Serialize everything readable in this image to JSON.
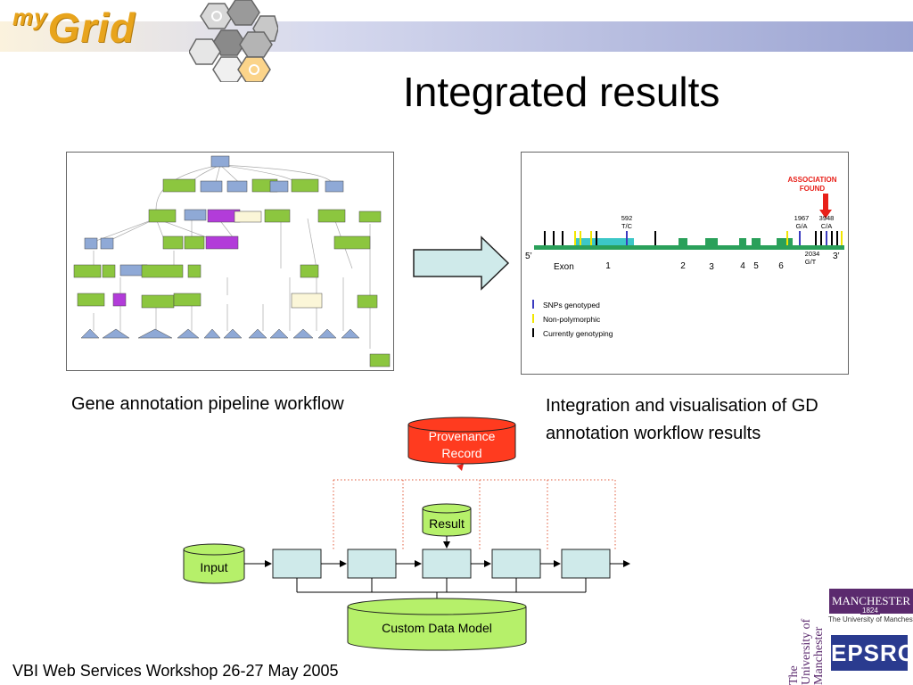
{
  "header": {
    "logo_my": "my",
    "logo_grid": "Grid"
  },
  "title": "Integrated results",
  "left_figure": {
    "caption": "Gene annotation pipeline workflow"
  },
  "right_figure": {
    "caption": "Integration and visualisation of GD annotation workflow results",
    "association_label_1": "ASSOCIATION",
    "association_label_2": "FOUND",
    "end5": "5’",
    "end3": "3’",
    "exon_label": "Exon",
    "exon_numbers": [
      "1",
      "2",
      "3",
      "4",
      "5",
      "6"
    ],
    "snp_labels": [
      {
        "pos": "592",
        "change": "T/C"
      },
      {
        "pos": "1967",
        "change": "G/A"
      },
      {
        "pos": "3948",
        "change": "C/A"
      },
      {
        "pos": "2034",
        "change": "G/T"
      }
    ],
    "legend": [
      {
        "label": "SNPs genotyped",
        "color": "#3b3bbf"
      },
      {
        "label": "Non-polymorphic",
        "color": "#f2e600"
      },
      {
        "label": "Currently genotyping",
        "color": "#000000"
      }
    ]
  },
  "pipeline": {
    "input_label": "Input",
    "result_label": "Result",
    "provenance_label_1": "Provenance",
    "provenance_label_2": "Record",
    "model_label": "Custom Data Model"
  },
  "footer": "VBI Web Services Workshop 26-27 May 2005",
  "logos": {
    "manchester": "MANCHESTER",
    "manchester_year": "1824",
    "manchester_sub": "The University of Manchester",
    "uni_vertical": "The University of Manchester",
    "epsrc": "EPSRC"
  },
  "colors": {
    "exon_green": "#2aa05a",
    "exon_teal": "#3cc7c7",
    "process_box": "#cfeaea",
    "cylinder_green": "#b6f06a",
    "provenance_red": "#ff3b1f",
    "arrow_fill": "#cfeaea",
    "node_green": "#8cc63f",
    "node_blue": "#8fa9d6",
    "node_purple": "#b23cd9"
  }
}
